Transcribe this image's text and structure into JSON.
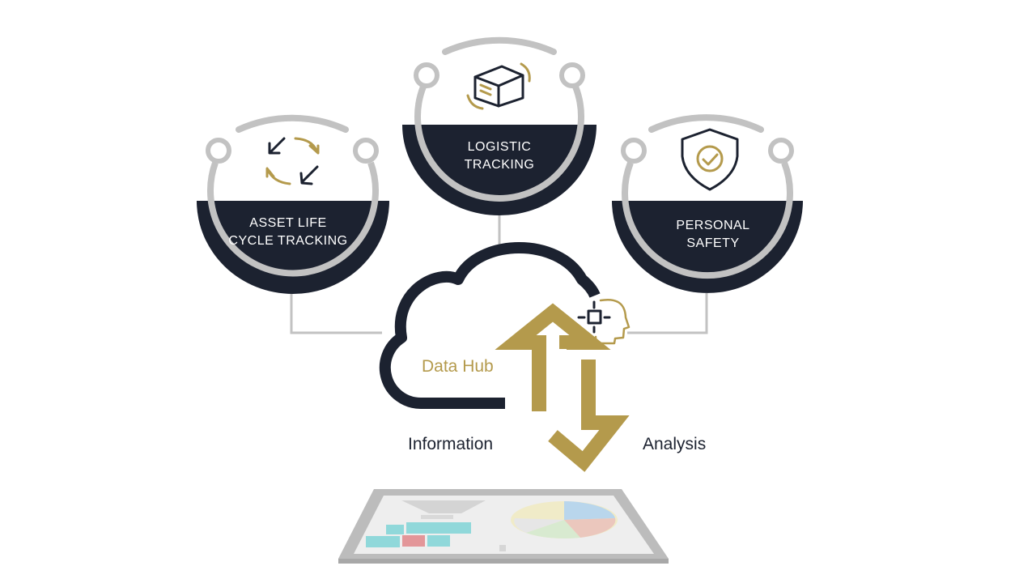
{
  "colors": {
    "navy": "#1c2230",
    "gold": "#b49a4c",
    "ring": "#c2c2c2"
  },
  "nodes": {
    "logistic": {
      "line1": "LOGISTIC",
      "line2": "TRACKING",
      "icon": "box-icon"
    },
    "asset": {
      "line1": "ASSET LIFE",
      "line2": "CYCLE TRACKING",
      "icon": "cycle-arrows-icon"
    },
    "safety": {
      "line1": "PERSONAL",
      "line2": "SAFETY",
      "icon": "shield-check-icon"
    }
  },
  "hub": {
    "label": "Data Hub",
    "icon": "ai-head-icon"
  },
  "flow": {
    "left": "Information",
    "right": "Analysis"
  }
}
